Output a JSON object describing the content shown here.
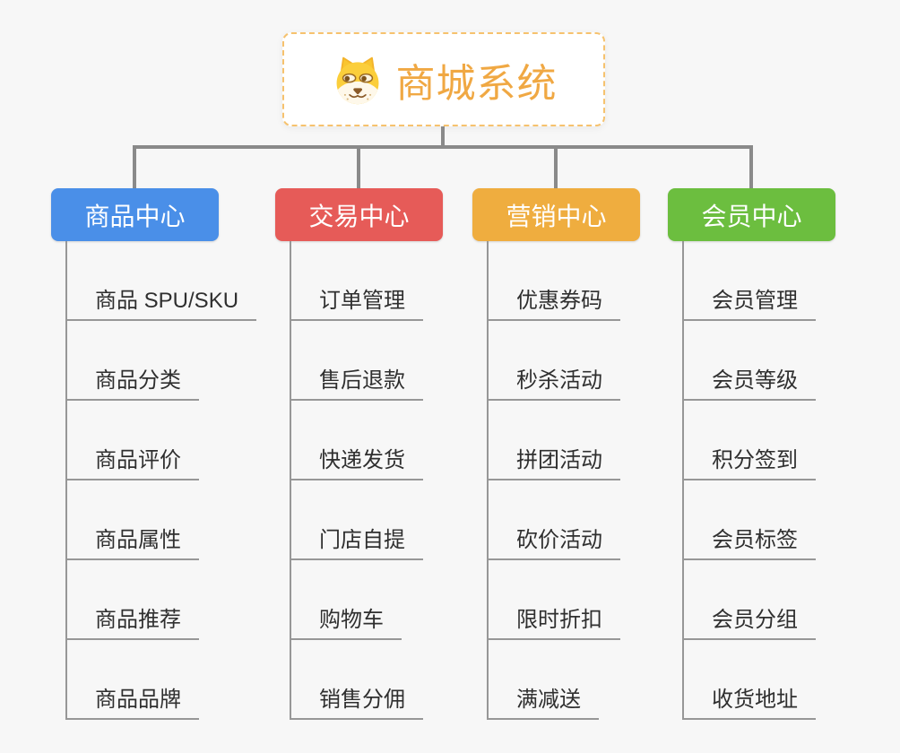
{
  "root": {
    "title": "商城系统",
    "icon": "doge-face-icon"
  },
  "branches": [
    {
      "label": "商品中心",
      "color": "#4A8FE8",
      "items": [
        "商品 SPU/SKU",
        "商品分类",
        "商品评价",
        "商品属性",
        "商品推荐",
        "商品品牌"
      ]
    },
    {
      "label": "交易中心",
      "color": "#E65B58",
      "items": [
        "订单管理",
        "售后退款",
        "快递发货",
        "门店自提",
        "购物车",
        "销售分佣"
      ]
    },
    {
      "label": "营销中心",
      "color": "#EFAD3F",
      "items": [
        "优惠券码",
        "秒杀活动",
        "拼团活动",
        "砍价活动",
        "限时折扣",
        "满减送"
      ]
    },
    {
      "label": "会员中心",
      "color": "#6CBE3F",
      "items": [
        "会员管理",
        "会员等级",
        "积分签到",
        "会员标签",
        "会员分组",
        "收货地址"
      ]
    }
  ],
  "palette": {
    "canvas_background": "#F7F7F7",
    "root_border": "#F6C26E",
    "root_text": "#F0A843",
    "connector": "#8A8A8A",
    "branch_line": "#979797",
    "item_text": "#2F2F2F"
  }
}
